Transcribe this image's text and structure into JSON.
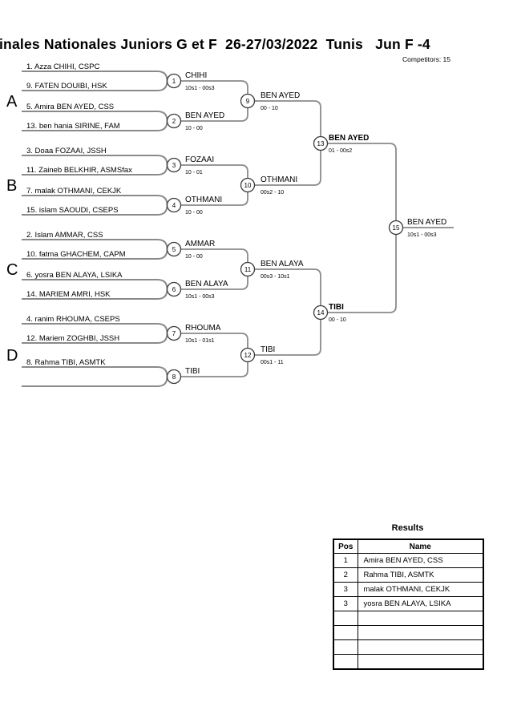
{
  "header": {
    "title": "inales Nationales Juniors G et F  26-27/03/2022  Tunis   Jun F -4",
    "competitors_label": "Competitors: 15"
  },
  "groups": [
    "A",
    "B",
    "C",
    "D"
  ],
  "bracket": {
    "entries": [
      "1. Azza CHIHI, CSPC",
      "9. FATEN DOUIBI, HSK",
      "5. Amira BEN AYED, CSS",
      "13. ben hania SIRINE, FAM",
      "3. Doaa FOZAAI, JSSH",
      "11. Zaineb BELKHIR, ASMSfax",
      "7. malak OTHMANI, CEKJK",
      "15. islam SAOUDI, CSEPS",
      "2. Islam AMMAR, CSS",
      "10. fatma GHACHEM, CAPM",
      "6. yosra BEN ALAYA, LSIKA",
      "14. MARIEM AMRI, HSK",
      "4. ranim RHOUMA, CSEPS",
      "12. Mariem ZOGHBI, JSSH",
      "8. Rahma TIBI, ASMTK",
      ""
    ],
    "matches": [
      {
        "no": "1",
        "winner": "CHIHI",
        "score": "10s1 - 00s3"
      },
      {
        "no": "2",
        "winner": "BEN AYED",
        "score": "10 - 00"
      },
      {
        "no": "3",
        "winner": "FOZAAI",
        "score": "10 - 01"
      },
      {
        "no": "4",
        "winner": "OTHMANI",
        "score": "10 - 00"
      },
      {
        "no": "5",
        "winner": "AMMAR",
        "score": "10 - 00"
      },
      {
        "no": "6",
        "winner": "BEN ALAYA",
        "score": "10s1 - 00s3"
      },
      {
        "no": "7",
        "winner": "RHOUMA",
        "score": "10s1 - 01s1"
      },
      {
        "no": "8",
        "winner": "TIBI",
        "score": ""
      },
      {
        "no": "9",
        "winner": "BEN AYED",
        "score": "00 - 10"
      },
      {
        "no": "10",
        "winner": "OTHMANI",
        "score": "00s2 - 10"
      },
      {
        "no": "11",
        "winner": "BEN ALAYA",
        "score": "00s3 - 10s1"
      },
      {
        "no": "12",
        "winner": "TIBI",
        "score": "00s1 - 11"
      },
      {
        "no": "13",
        "winner": "BEN AYED",
        "score": "01 - 00s2"
      },
      {
        "no": "14",
        "winner": "TIBI",
        "score": "00 - 10"
      },
      {
        "no": "15",
        "winner": "BEN AYED",
        "score": "10s1 - 00s3"
      }
    ]
  },
  "results": {
    "title": "Results",
    "columns": [
      "Pos",
      "Name"
    ],
    "rows": [
      [
        "1",
        "Amira BEN AYED, CSS"
      ],
      [
        "2",
        "Rahma TIBI, ASMTK"
      ],
      [
        "3",
        "malak OTHMANI, CEKJK"
      ],
      [
        "3",
        "yosra BEN ALAYA, LSIKA"
      ],
      [
        "",
        ""
      ],
      [
        "",
        ""
      ],
      [
        "",
        ""
      ],
      [
        "",
        ""
      ]
    ]
  }
}
